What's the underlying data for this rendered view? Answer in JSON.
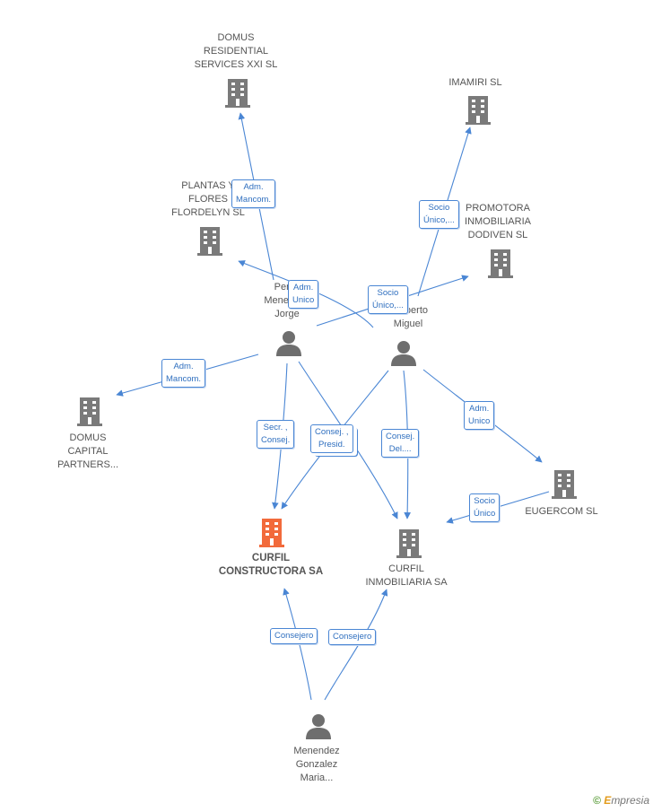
{
  "colors": {
    "edge": "#4a86d4",
    "company": "#7a7a7a",
    "main_company": "#f26a3b",
    "person": "#6e6e6e"
  },
  "nodes": [
    {
      "id": "domus_res",
      "type": "company",
      "lines": [
        "DOMUS",
        "RESIDENTIAL",
        "SERVICES XXI SL"
      ]
    },
    {
      "id": "imamiri",
      "type": "company",
      "lines": [
        "IMAMIRI SL"
      ]
    },
    {
      "id": "plantas",
      "type": "company",
      "lines": [
        "PLANTAS Y",
        "FLORES",
        "FLORDELYN SL"
      ]
    },
    {
      "id": "promotora",
      "type": "company",
      "lines": [
        "PROMOTORA",
        "INMOBILIARIA",
        "DODIVEN SL"
      ]
    },
    {
      "id": "perez",
      "type": "person",
      "lines": [
        "Perez",
        "Menendez",
        "Jorge"
      ]
    },
    {
      "id": "alberto",
      "type": "person",
      "lines": [
        "...Alberto",
        "Miguel"
      ]
    },
    {
      "id": "domus_cap",
      "type": "company",
      "lines": [
        "DOMUS",
        "CAPITAL",
        "PARTNERS..."
      ]
    },
    {
      "id": "eugercom",
      "type": "company",
      "lines": [
        "EUGERCOM SL"
      ]
    },
    {
      "id": "curfil_c",
      "type": "main",
      "lines": [
        "CURFIL",
        "CONSTRUCTORA SA"
      ]
    },
    {
      "id": "curfil_i",
      "type": "company",
      "lines": [
        "CURFIL",
        "INMOBILIARIA SA"
      ]
    },
    {
      "id": "maria",
      "type": "person",
      "lines": [
        "Menendez",
        "Gonzalez",
        "Maria..."
      ]
    }
  ],
  "relations": [
    {
      "id": "r1",
      "lines": [
        "Adm.",
        "Mancom."
      ]
    },
    {
      "id": "r2",
      "lines": [
        "Socio",
        "Único,..."
      ]
    },
    {
      "id": "r3",
      "lines": [
        "Adm.",
        "Unico"
      ]
    },
    {
      "id": "r4",
      "lines": [
        "Socio",
        "Único,..."
      ]
    },
    {
      "id": "r5",
      "lines": [
        "Adm.",
        "Mancom."
      ]
    },
    {
      "id": "r6",
      "lines": [
        "Adm.",
        "Unico"
      ]
    },
    {
      "id": "r7",
      "lines": [
        "Secr. ,",
        "Consej."
      ]
    },
    {
      "id": "r8",
      "lines": [
        "Consej. ,",
        "Presid."
      ]
    },
    {
      "id": "r9",
      "lines": [
        "Consej.",
        "Del...."
      ]
    },
    {
      "id": "r10",
      "lines": [
        "Socio",
        "Único"
      ]
    },
    {
      "id": "r11",
      "lines": [
        "Consejero"
      ]
    },
    {
      "id": "r12",
      "lines": [
        "Consejero"
      ]
    }
  ],
  "brand": {
    "copyright": "©",
    "e": "E",
    "rest": "mpresia"
  }
}
